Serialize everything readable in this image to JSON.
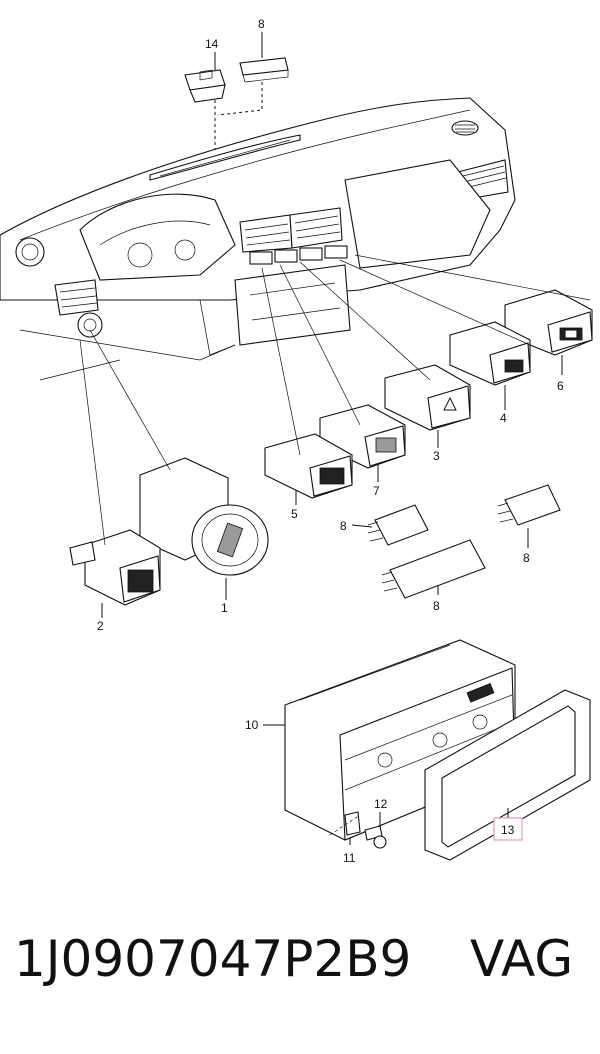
{
  "callouts": {
    "c1": "1",
    "c2": "2",
    "c3": "3",
    "c4": "4",
    "c5": "5",
    "c6": "6",
    "c7": "7",
    "c8a": "8",
    "c8b": "8",
    "c8c": "8",
    "c8d": "8",
    "c10": "10",
    "c11": "11",
    "c12": "12",
    "c13": "13",
    "c14": "14"
  },
  "highlight_color": "#e0a0a8",
  "footer": {
    "part_number": "1J0907047P2B9",
    "brand": "VAG"
  }
}
